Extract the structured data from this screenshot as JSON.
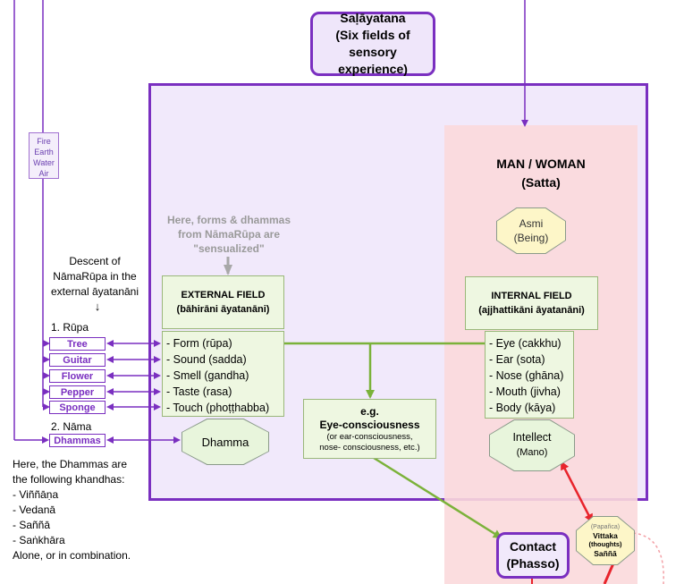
{
  "title": {
    "line1": "Saḷāyatana",
    "line2": "(Six fields of",
    "line3": "sensory experience)"
  },
  "satta": {
    "line1": "MAN / WOMAN",
    "line2": "(Satta)"
  },
  "asmi": {
    "label": "Asmi",
    "sub": "(Being)"
  },
  "elements": [
    "Fire",
    "Earth",
    "Water",
    "Air"
  ],
  "note_sensualized": [
    "Here, forms & dhammas",
    "from NāmaRūpa are",
    "\"sensualized\""
  ],
  "descent": {
    "lines": [
      "Descent of",
      "NāmaRūpa in the",
      "external āyatanāni"
    ],
    "arrow": "↓"
  },
  "rupa_label": "1. Rūpa",
  "rupa_items": [
    "Tree",
    "Guitar",
    "Flower",
    "Pepper",
    "Sponge"
  ],
  "nama_label": "2. Nāma",
  "nama_item": "Dhammas",
  "khandhas": {
    "intro": [
      "Here, the Dhammas are",
      "the following khandhas:"
    ],
    "items": [
      "- Viññāṇa",
      "- Vedanā",
      "- Saññā",
      "- Saṅkhāra"
    ],
    "outro": "Alone, or in combination."
  },
  "external_field": {
    "title": "EXTERNAL FIELD",
    "subtitle": "(bāhirāni āyatanāni)",
    "items": [
      "- Form (rūpa)",
      "- Sound (sadda)",
      "- Smell (gandha)",
      "- Taste (rasa)",
      "- Touch (phoṭṭhabba)"
    ]
  },
  "dhamma_oct": "Dhamma",
  "internal_field": {
    "title": "INTERNAL FIELD",
    "subtitle": "(ajjhattikāni āyatanāni)",
    "items": [
      "- Eye (cakkhu)",
      "- Ear (sota)",
      "- Nose (ghāna)",
      "- Mouth (jivha)",
      "- Body (kāya)"
    ]
  },
  "intellect": {
    "label": "Intellect",
    "sub": "(Mano)"
  },
  "eye_consciousness": {
    "prefix": "e.g.",
    "title": "Eye-consciousness",
    "sub1": "(or ear-consciousness,",
    "sub2": "nose- consciousness, etc.)"
  },
  "contact": {
    "line1": "Contact",
    "line2": "(Phasso)"
  },
  "vittaka": {
    "top": "(Papañca)",
    "mid1": "Vittaka",
    "mid2": "(thoughts)",
    "bottom": "Saññā"
  },
  "colors": {
    "purple": "#7a2fc0",
    "green": "#7bb23a",
    "red": "#e8242c",
    "gray": "#a8a8a8",
    "pink": "#fbd9dc"
  }
}
